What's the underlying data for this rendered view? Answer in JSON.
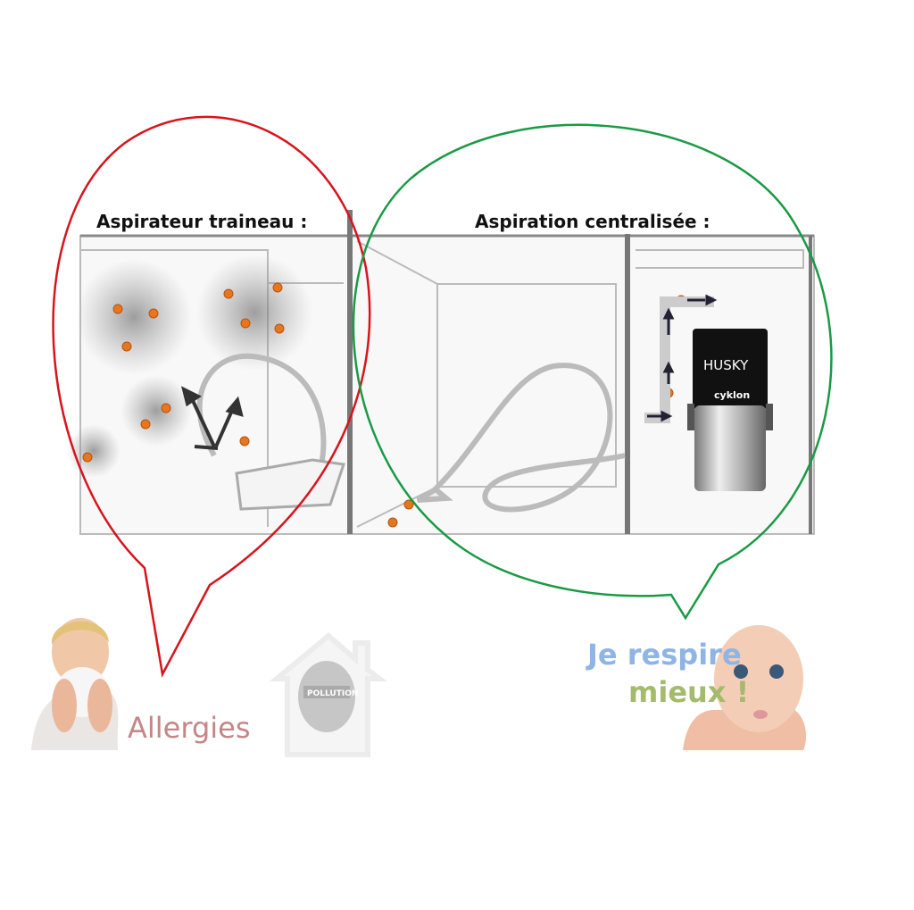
{
  "left_panel": {
    "title": "Aspirateur traineau :",
    "caption": "Allergies",
    "badge": "POLLUTION"
  },
  "right_panel": {
    "title": "Aspiration centralisée :",
    "caption_line1": "Je respire",
    "caption_line2": "mieux !",
    "brand": "HUSKY",
    "model": "cyklon"
  },
  "colors": {
    "left_bubble": "#d8141c",
    "right_bubble": "#1a9a44",
    "dust": "#e8761e",
    "caption_blue": "#8fb4e6",
    "caption_green": "#a4ba6c"
  }
}
